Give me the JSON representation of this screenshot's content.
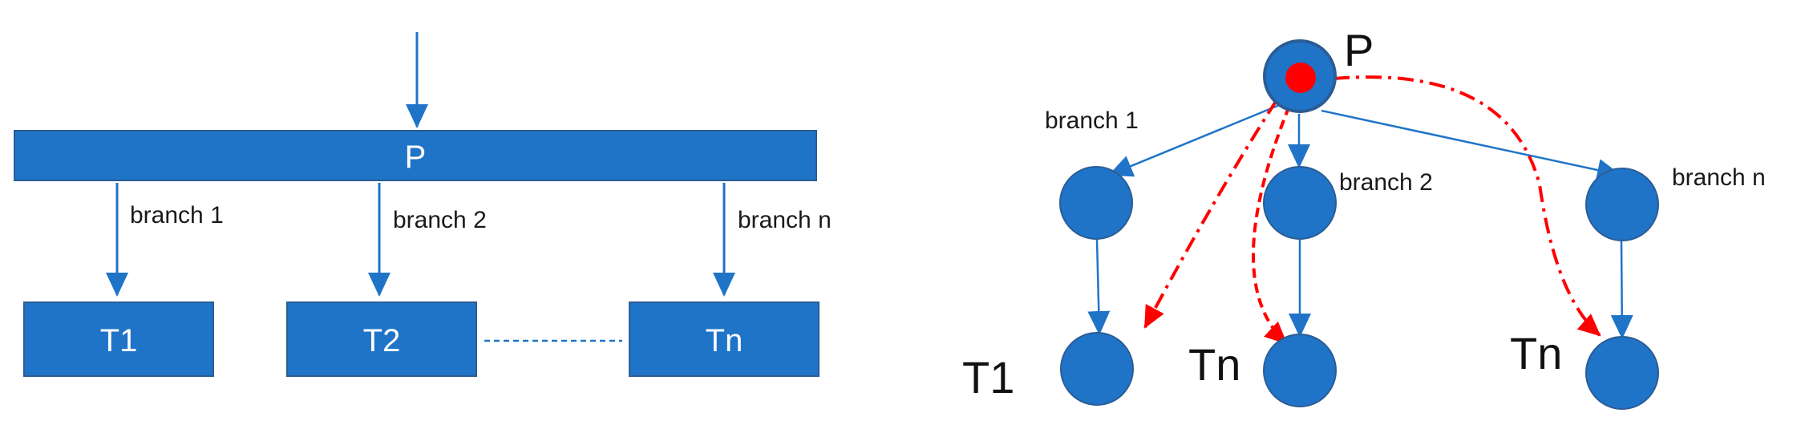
{
  "colors": {
    "blue": "#1F74C8",
    "blue_dark": "#2B5C94",
    "red": "#FF0000",
    "text": "#1a1a1a",
    "background": "#ffffff"
  },
  "left_diagram": {
    "bar_label": "P",
    "branch_labels": [
      "branch 1",
      "branch 2",
      "branch n"
    ],
    "box_labels": [
      "T1",
      "T2",
      "Tn"
    ]
  },
  "right_diagram": {
    "root_label": "P",
    "branch_labels": [
      "branch 1",
      "branch 2",
      "branch n"
    ],
    "leaf_labels": [
      "T1",
      "Tn",
      "Tn"
    ]
  }
}
